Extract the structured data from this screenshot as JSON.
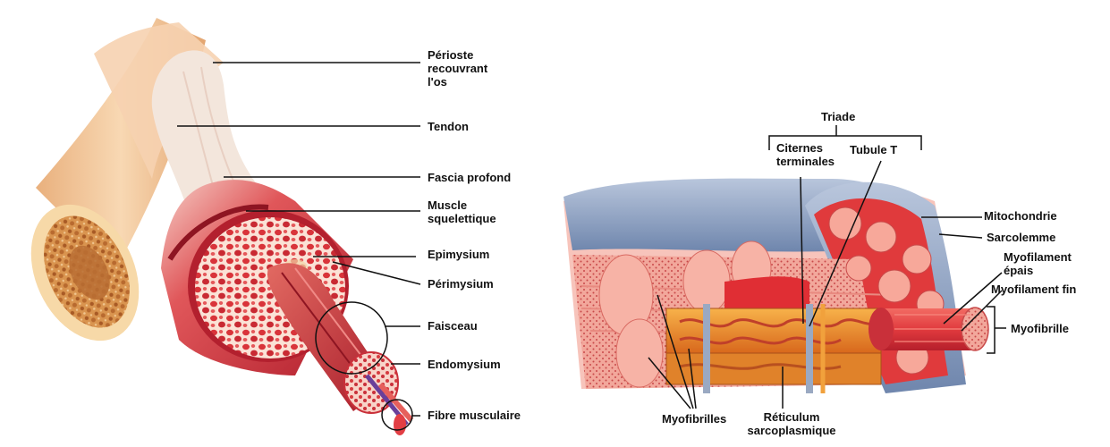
{
  "colors": {
    "bone": "#f2c79a",
    "marrow": "#c87a3c",
    "tendon": "#f3e6dc",
    "muscle_dark": "#b3202e",
    "muscle": "#e04a4f",
    "muscle_light": "#f39c98",
    "fiber_bundle": "#f7b9ad",
    "sarcolemma": "#6f86ad",
    "reticulum": "#e0822a",
    "t_tubule": "#9aa9c2",
    "leader_line": "#111111"
  },
  "left_labels": {
    "perioste": "Périoste\nrecouvrant\nl'os",
    "tendon": "Tendon",
    "fascia": "Fascia profond",
    "muscle": "Muscle\nsquelettique",
    "epimysium": "Epimysium",
    "perimysium": "Périmysium",
    "faisceau": "Faisceau",
    "endomysium": "Endomysium",
    "fibre": "Fibre musculaire"
  },
  "right_labels": {
    "triade": "Triade",
    "citernes": "Citernes\nterminales",
    "tubule": "Tubule T",
    "mitochondrie": "Mitochondrie",
    "sarcolemme": "Sarcolemme",
    "myofilament_epais": "Myofilament\népais",
    "myofilament_fin": "Myofilament fin",
    "myofibrille": "Myofibrille",
    "myofibrilles": "Myofibrilles",
    "reticulum": "Réticulum\nsarcoplasmique"
  }
}
